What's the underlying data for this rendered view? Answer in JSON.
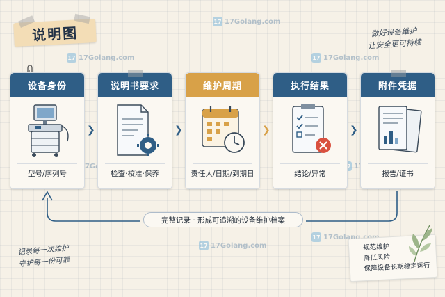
{
  "title": "说明图",
  "note_top": [
    "做好设备维护",
    "让安全更可持续"
  ],
  "watermark": {
    "text": "17Golang.com",
    "logo": "17"
  },
  "cards": [
    {
      "title": "设备身份",
      "footer": "型号/序列号",
      "icon": "medical-device-icon",
      "theme": "#2f5e86"
    },
    {
      "title": "说明书要求",
      "footer": "检查·校准·保养",
      "icon": "document-gear-icon",
      "theme": "#2f5e86"
    },
    {
      "title": "维护周期",
      "footer": "责任人/日期/到期日",
      "icon": "calendar-clock-icon",
      "theme": "#d8a148"
    },
    {
      "title": "执行结果",
      "footer": "结论/异常",
      "icon": "checklist-error-icon",
      "theme": "#2f5e86"
    },
    {
      "title": "附件凭据",
      "footer": "报告/证书",
      "icon": "report-documents-icon",
      "theme": "#2f5e86"
    }
  ],
  "loop_label": "完整记录 · 形成可追溯的设备维护档案",
  "note_bottom_left": [
    "记录每一次维护",
    "守护每一份可靠"
  ],
  "note_bottom_right": [
    "规范维护",
    "降低风险",
    "保障设备长期稳定运行"
  ],
  "colors": {
    "primary": "#2f5e86",
    "accent": "#d8a148",
    "paper": "#f6f1e7",
    "alert": "#d9503f"
  }
}
